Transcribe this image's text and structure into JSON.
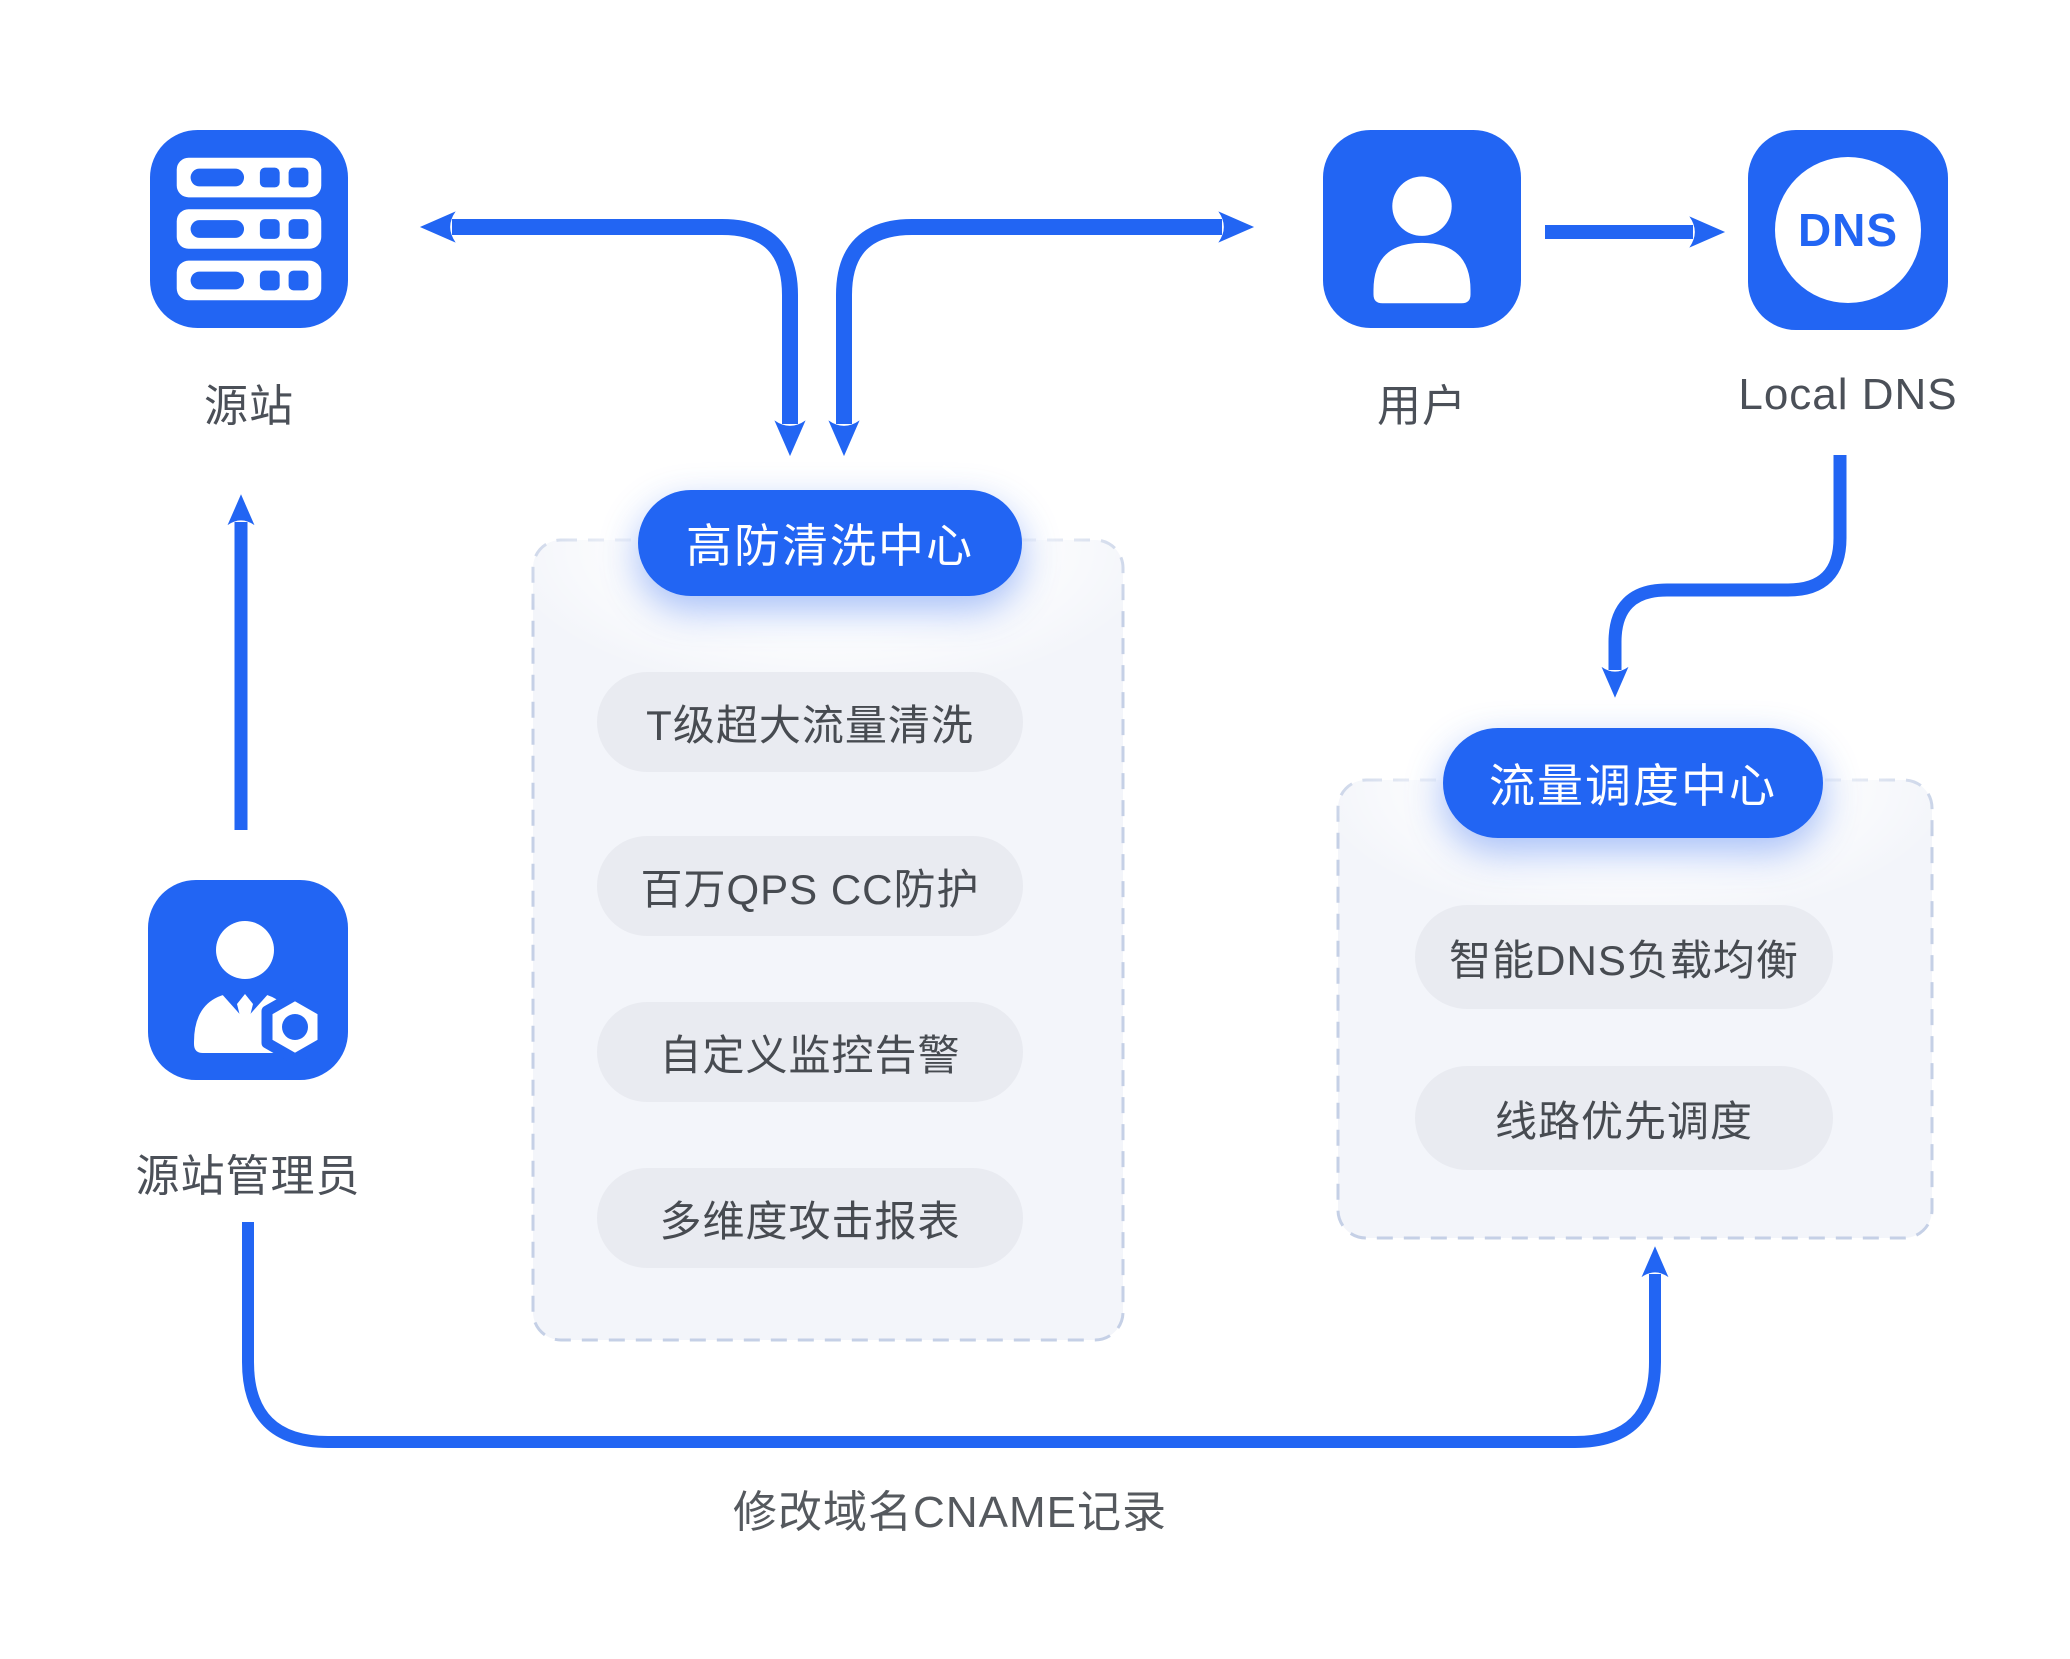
{
  "diagram": {
    "colors": {
      "accent_blue": "#2265f3",
      "box_background": "#f3f5fa",
      "box_dashed_border": "#c5d0e6",
      "item_pill_background": "#e9ebf1",
      "label_text": "#4b5058",
      "item_text": "#474b51"
    },
    "nodes": {
      "origin": {
        "label": "源站"
      },
      "user": {
        "label": "用户"
      },
      "local_dns": {
        "label": "Local DNS",
        "icon_text": "DNS"
      },
      "admin": {
        "label": "源站管理员"
      }
    },
    "cleaning_center": {
      "title": "高防清洗中心",
      "items": [
        "T级超大流量清洗",
        "百万QPS CC防护",
        "自定义监控告警",
        "多维度攻击报表"
      ]
    },
    "scheduling_center": {
      "title": "流量调度中心",
      "items": [
        "智能DNS负载均衡",
        "线路优先调度"
      ]
    },
    "annotations": {
      "cname": "修改域名CNAME记录"
    }
  }
}
